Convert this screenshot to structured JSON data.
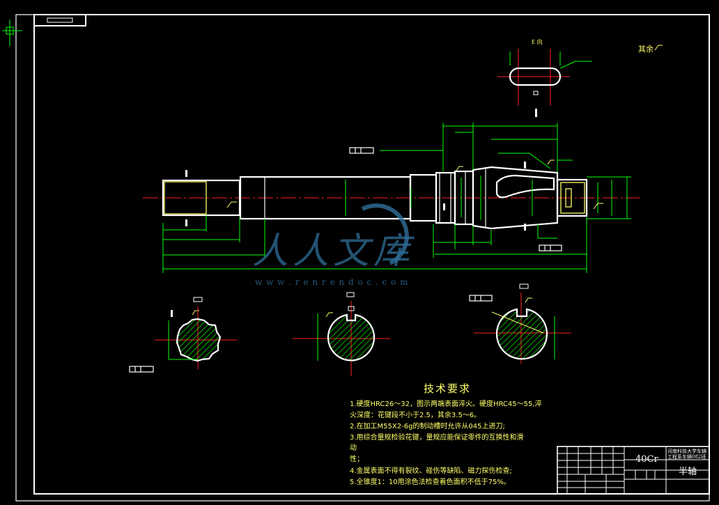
{
  "view_label": "E 向",
  "rest_roughness": "其余",
  "tech_title": "技术要求",
  "requirements": [
    "1.硬度HRC26～32，图示两端表面淬火。硬度HRC45～55,淬",
    "火深度：花键段不小于2.5，其余3.5～6。",
    "2.在加工M55X2-6g的制动槽时允许从045上进刀;",
    "3.用综合量规检验花键，量规应能保证零件的互换性和滑",
    "动",
    "   性；",
    "4.金属表面不得有裂纹、碰伤等缺陷、磁力探伤检查;",
    "5.全锥度1：10用涂色法检查着色面积不低于75%。"
  ],
  "title_block": {
    "material": "40Cr",
    "part_name": "半轴",
    "school_line1": "河南科技大学车辆",
    "school_line2": "工程系车辆082班"
  },
  "watermark": {
    "brand": "人人文库",
    "url": "w w w . r e n r e n d o c . c o m"
  },
  "colors": {
    "background": "#000000",
    "outline": "#ffffff",
    "dimension": "#00ff00",
    "centerline": "#ff2020",
    "section_fill": "#00ff00",
    "text": "#ffff6a",
    "watermark": "#2f6f9a"
  }
}
